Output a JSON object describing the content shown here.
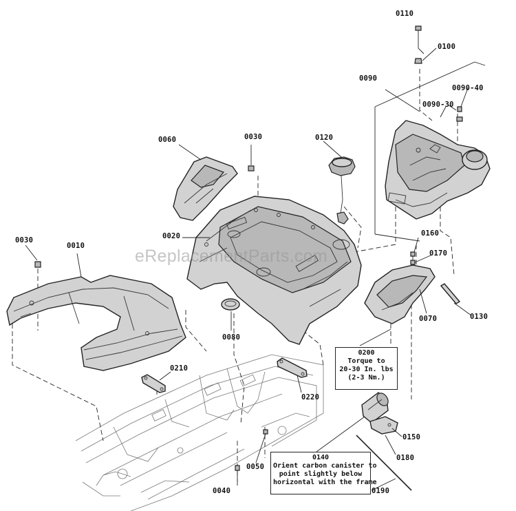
{
  "callouts": [
    {
      "id": "p0110",
      "text": "0110"
    },
    {
      "id": "p0100",
      "text": "0100"
    },
    {
      "id": "p0090",
      "text": "0090"
    },
    {
      "id": "p0090_40",
      "text": "0090-40"
    },
    {
      "id": "p0090_30",
      "text": "0090-30"
    },
    {
      "id": "p0060",
      "text": "0060"
    },
    {
      "id": "p0030a",
      "text": "0030"
    },
    {
      "id": "p0120",
      "text": "0120"
    },
    {
      "id": "p0020",
      "text": "0020"
    },
    {
      "id": "p0030b",
      "text": "0030"
    },
    {
      "id": "p0010",
      "text": "0010"
    },
    {
      "id": "p0160",
      "text": "0160"
    },
    {
      "id": "p0170",
      "text": "0170"
    },
    {
      "id": "p0070",
      "text": "0070"
    },
    {
      "id": "p0130",
      "text": "0130"
    },
    {
      "id": "p0080",
      "text": "0080"
    },
    {
      "id": "p0210",
      "text": "0210"
    },
    {
      "id": "p0220",
      "text": "0220"
    },
    {
      "id": "p0150",
      "text": "0150"
    },
    {
      "id": "p0180",
      "text": "0180"
    },
    {
      "id": "p0050",
      "text": "0050"
    },
    {
      "id": "p0040",
      "text": "0040"
    },
    {
      "id": "p0190",
      "text": "0190"
    }
  ],
  "notes": {
    "torque": {
      "part": "0200",
      "lines": [
        "Torque to",
        "20-30 In. lbs",
        "(2-3 Nm.)"
      ]
    },
    "canister": {
      "part": "0140",
      "lines": [
        "Orient carbon canister to",
        "point slightly below",
        "horizontal with the frame"
      ]
    }
  },
  "watermark": "eReplacementParts.com"
}
